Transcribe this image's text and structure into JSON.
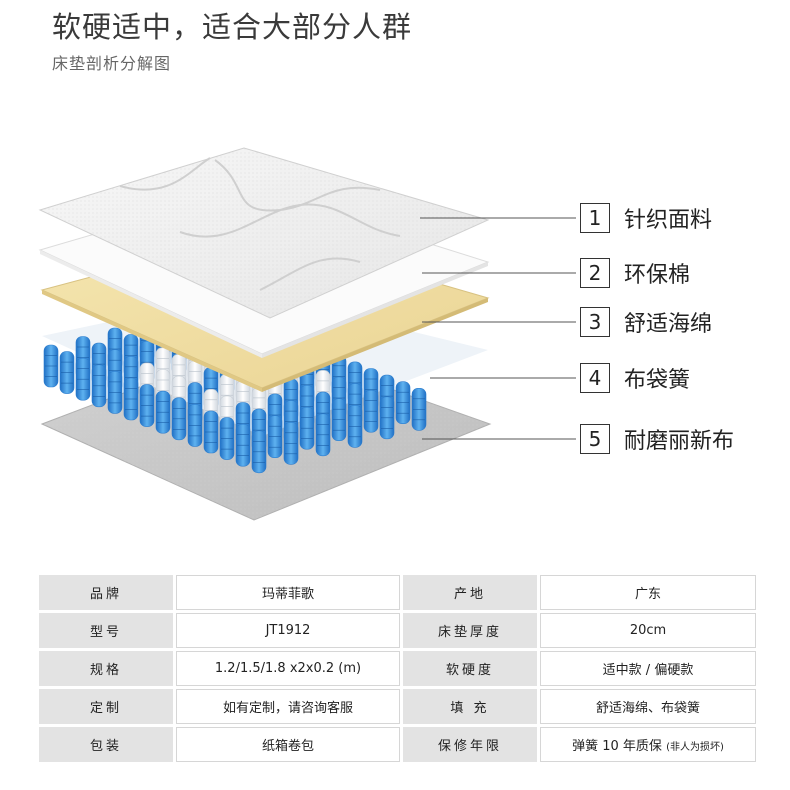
{
  "header": {
    "title": "软硬适中，适合大部分人群",
    "subtitle": "床垫剖析分解图"
  },
  "layers": [
    {
      "num": "1",
      "name": "针织面料"
    },
    {
      "num": "2",
      "name": "环保棉"
    },
    {
      "num": "3",
      "name": "舒适海绵"
    },
    {
      "num": "4",
      "name": "布袋簧"
    },
    {
      "num": "5",
      "name": "耐磨丽新布"
    }
  ],
  "specs": {
    "rows": [
      {
        "k1": "品牌",
        "v1": "玛蒂菲歌",
        "k2": "产地",
        "v2": "广东"
      },
      {
        "k1": "型号",
        "v1": "JT1912",
        "k2": "床垫厚度",
        "v2": "20cm"
      },
      {
        "k1": "规格",
        "v1": "1.2/1.5/1.8 x2x0.2 (m)",
        "k2": "软硬度",
        "v2": "适中款 / 偏硬款"
      },
      {
        "k1": "定制",
        "v1": "如有定制，请咨询客服",
        "k2": "填 充",
        "v2": "舒适海绵、布袋簧"
      },
      {
        "k1": "包装",
        "v1": "纸箱卷包",
        "k2": "保修年限",
        "v2": "弹簧 10 年质保",
        "v2_note": "(非人为损坏)"
      }
    ]
  },
  "colors": {
    "spring_blue": "#3a8fdc",
    "sponge": "#f3e2a6",
    "base_fabric": "#c8c8c8",
    "key_cell": "#e3e3e3"
  }
}
